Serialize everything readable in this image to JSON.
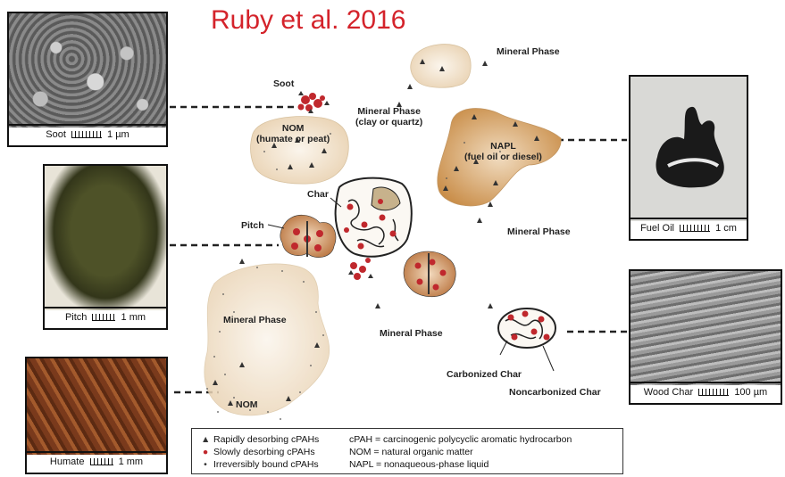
{
  "title": "Ruby et al. 2016",
  "photos": {
    "soot": "Soot",
    "soot_scale": "1 µm",
    "pitch": "Pitch",
    "pitch_scale": "1 mm",
    "humate": "Humate",
    "humate_scale": "1 mm",
    "fuel_oil": "Fuel Oil",
    "fuel_oil_scale": "1 cm",
    "wood_char": "Wood Char",
    "wood_char_scale": "100 µm"
  },
  "labels": {
    "mineral_phase_top": "Mineral Phase",
    "mineral_phase_clay_1": "Mineral Phase",
    "mineral_phase_clay_2": "(clay or quartz)",
    "soot": "Soot",
    "nom_1": "NOM",
    "nom_2": "(humate or peat)",
    "napl_1": "NAPL",
    "napl_2": "(fuel oil or diesel)",
    "char": "Char",
    "pitch": "Pitch",
    "mineral_phase_right": "Mineral Phase",
    "mineral_phase_left": "Mineral Phase",
    "mineral_phase_center": "Mineral Phase",
    "nom_bottom": "NOM",
    "carbonized_char": "Carbonized Char",
    "noncarbonized_char": "Noncarbonized Char"
  },
  "legend": {
    "rapid": "Rapidly desorbing cPAHs",
    "slow": "Slowly desorbing cPAHs",
    "irreversible": "Irreversibly bound cPAHs",
    "cpah_def": "cPAH = carcinogenic polycyclic aromatic hydrocarbon",
    "nom_def": "NOM = natural organic matter",
    "napl_def": "NAPL = nonaqueous-phase liquid"
  },
  "colors": {
    "title": "#d4232b",
    "slow_marker": "#c0282d",
    "mineral_fill": "#f3e7d4",
    "napl_fill": "#d9a968",
    "pitch_fill": "#c98b57"
  }
}
